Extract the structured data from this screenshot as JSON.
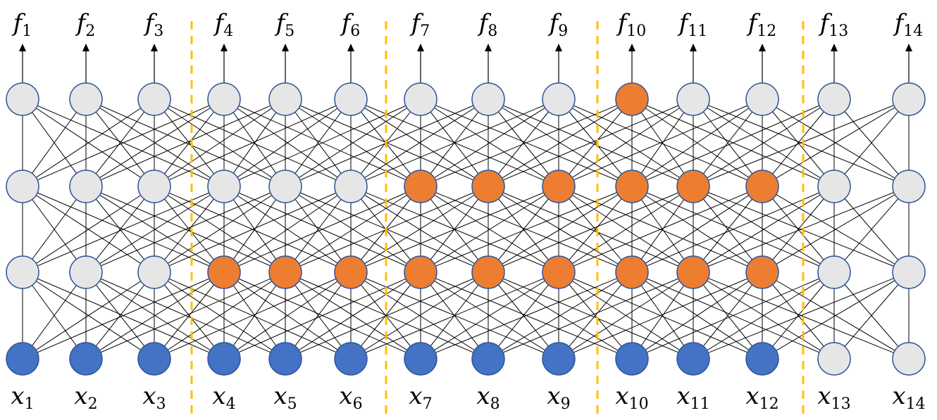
{
  "diagram": {
    "outputs": [
      {
        "base": "f",
        "sub": "1"
      },
      {
        "base": "f",
        "sub": "2"
      },
      {
        "base": "f",
        "sub": "3"
      },
      {
        "base": "f",
        "sub": "4"
      },
      {
        "base": "f",
        "sub": "5"
      },
      {
        "base": "f",
        "sub": "6"
      },
      {
        "base": "f",
        "sub": "7"
      },
      {
        "base": "f",
        "sub": "8"
      },
      {
        "base": "f",
        "sub": "9"
      },
      {
        "base": "f",
        "sub": "10"
      },
      {
        "base": "f",
        "sub": "11"
      },
      {
        "base": "f",
        "sub": "12"
      },
      {
        "base": "f",
        "sub": "13"
      },
      {
        "base": "f",
        "sub": "14"
      }
    ],
    "inputs": [
      {
        "base": "x",
        "sub": "1"
      },
      {
        "base": "x",
        "sub": "2"
      },
      {
        "base": "x",
        "sub": "3"
      },
      {
        "base": "x",
        "sub": "4"
      },
      {
        "base": "x",
        "sub": "5"
      },
      {
        "base": "x",
        "sub": "6"
      },
      {
        "base": "x",
        "sub": "7"
      },
      {
        "base": "x",
        "sub": "8"
      },
      {
        "base": "x",
        "sub": "9"
      },
      {
        "base": "x",
        "sub": "10"
      },
      {
        "base": "x",
        "sub": "11"
      },
      {
        "base": "x",
        "sub": "12"
      },
      {
        "base": "x",
        "sub": "13"
      },
      {
        "base": "x",
        "sub": "14"
      }
    ],
    "layers": [
      {
        "name": "input",
        "states": [
          "b",
          "b",
          "b",
          "b",
          "b",
          "b",
          "b",
          "b",
          "b",
          "b",
          "b",
          "b",
          "g",
          "g"
        ]
      },
      {
        "name": "hidden1",
        "states": [
          "g",
          "g",
          "g",
          "o",
          "o",
          "o",
          "o",
          "o",
          "o",
          "o",
          "o",
          "o",
          "g",
          "g"
        ]
      },
      {
        "name": "hidden2",
        "states": [
          "g",
          "g",
          "g",
          "g",
          "g",
          "g",
          "o",
          "o",
          "o",
          "o",
          "o",
          "o",
          "g",
          "g"
        ]
      },
      {
        "name": "top",
        "states": [
          "g",
          "g",
          "g",
          "g",
          "g",
          "g",
          "g",
          "g",
          "g",
          "o",
          "g",
          "g",
          "g",
          "g"
        ]
      }
    ],
    "connection_offsets": [
      -3,
      -2,
      -1,
      0,
      1,
      2,
      3
    ],
    "block_size": 3,
    "colors": {
      "b": "#4472C4",
      "o": "#ED7D31",
      "g": "#E6E6E6",
      "node_stroke": "#2F5597",
      "edge": "#000000",
      "divider": "#FFC000",
      "arrow": "#000000"
    }
  }
}
